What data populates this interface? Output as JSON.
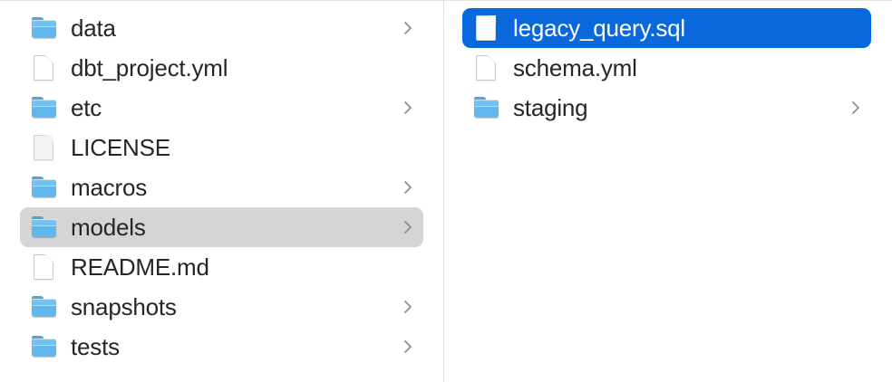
{
  "window": {
    "view": "column-view",
    "accent_color": "#0a68dd",
    "selection_inactive_color": "#d5d5d5",
    "text_color": "#262629",
    "divider_color": "#dededf"
  },
  "columns": [
    {
      "name": "parent-column",
      "items": [
        {
          "label": "data",
          "kind": "folder",
          "chevron": true,
          "state": "normal"
        },
        {
          "label": "dbt_project.yml",
          "kind": "document",
          "chevron": false,
          "state": "normal"
        },
        {
          "label": "etc",
          "kind": "folder",
          "chevron": true,
          "state": "normal"
        },
        {
          "label": "LICENSE",
          "kind": "plain",
          "chevron": false,
          "state": "normal"
        },
        {
          "label": "macros",
          "kind": "folder",
          "chevron": true,
          "state": "normal"
        },
        {
          "label": "models",
          "kind": "folder",
          "chevron": true,
          "state": "selected-inactive"
        },
        {
          "label": "README.md",
          "kind": "document",
          "chevron": false,
          "state": "normal"
        },
        {
          "label": "snapshots",
          "kind": "folder",
          "chevron": true,
          "state": "normal"
        },
        {
          "label": "tests",
          "kind": "folder",
          "chevron": true,
          "state": "normal"
        }
      ]
    },
    {
      "name": "child-column",
      "items": [
        {
          "label": "legacy_query.sql",
          "kind": "document",
          "chevron": false,
          "state": "selected-active"
        },
        {
          "label": "schema.yml",
          "kind": "document",
          "chevron": false,
          "state": "normal"
        },
        {
          "label": "staging",
          "kind": "folder",
          "chevron": true,
          "state": "normal"
        }
      ]
    }
  ],
  "icons": {
    "folder": "folder-icon",
    "document": "document-icon",
    "plain": "document-icon",
    "chevron": "chevron-right-icon"
  }
}
